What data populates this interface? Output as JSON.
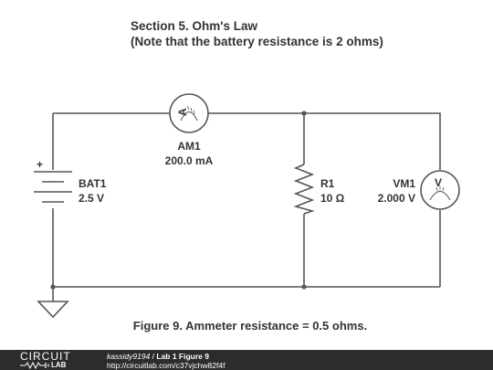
{
  "title": {
    "line1": "Section 5. Ohm's Law",
    "line2": "(Note that the battery resistance is 2 ohms)"
  },
  "components": {
    "ammeter": {
      "name": "AM1",
      "value": "200.0 mA",
      "symbol": "A"
    },
    "battery": {
      "name": "BAT1",
      "value": "2.5 V",
      "polarity": "+"
    },
    "resistor": {
      "name": "R1",
      "value": "10 Ω"
    },
    "voltmeter": {
      "name": "VM1",
      "value": "2.000 V",
      "symbol": "V"
    }
  },
  "caption": "Figure 9. Ammeter resistance = 0.5 ohms.",
  "footer": {
    "logo_top": "CIRCUIT",
    "logo_bottom": "LAB",
    "user": "kassidy9194",
    "separator": " / ",
    "project": "Lab 1 Figure 9",
    "url": "http://circuitlab.com/c37vjchw82f4f"
  },
  "colors": {
    "wire": "#555555",
    "text": "#333333",
    "footer_bg": "#2c2c2c"
  }
}
